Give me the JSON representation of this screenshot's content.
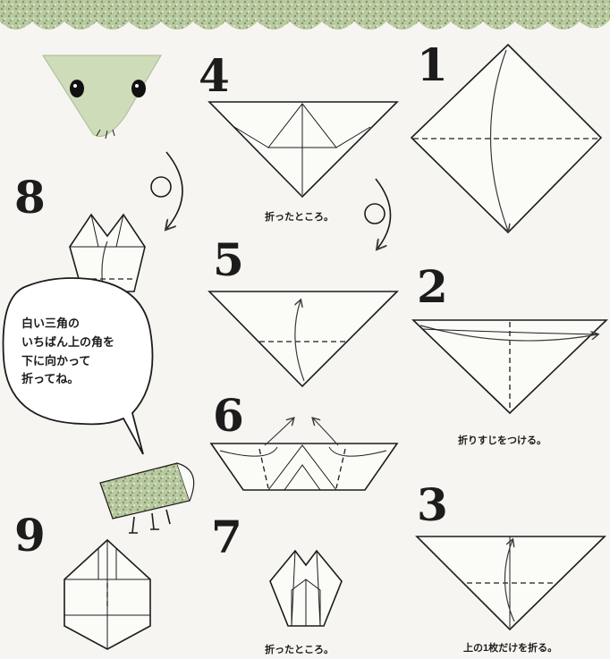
{
  "steps": {
    "s1": "1",
    "s2": "2",
    "s3": "3",
    "s4": "4",
    "s5": "5",
    "s6": "6",
    "s7": "7",
    "s8": "8",
    "s9": "9"
  },
  "captions": {
    "step4": "折ったところ。",
    "step2": "折りすじをつける。",
    "step3": "上の1枚だけを折る。",
    "step7": "折ったところ。"
  },
  "bubble": {
    "lines": [
      "白い三角の",
      "いちばん上の角を",
      "下に向かって",
      "折ってね。"
    ]
  },
  "colors": {
    "paper": "#fbfbf8",
    "green": "#c9d8b4",
    "ink": "#1c1c1c"
  },
  "icons": [
    "turn-over-icon",
    "turn-over-icon"
  ]
}
